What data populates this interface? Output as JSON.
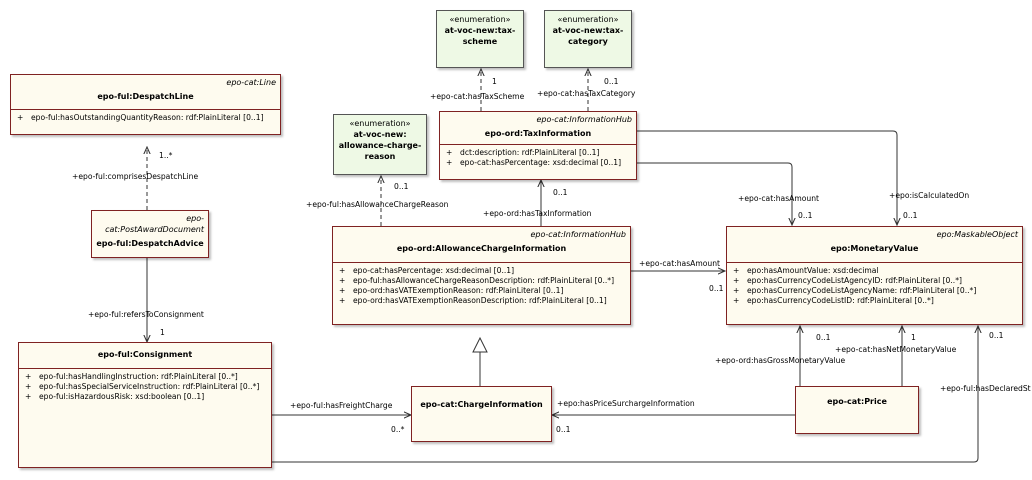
{
  "classes": {
    "despatch_line": {
      "stereotype": "epo-cat:Line",
      "name": "epo-ful:DespatchLine",
      "attributes": [
        "epo-ful:hasOutstandingQuantityReason: rdf:PlainLiteral [0..1]"
      ]
    },
    "despatch_advice": {
      "stereotype": "epo-cat:PostAwardDocument",
      "name": "epo-ful:DespatchAdvice"
    },
    "consignment": {
      "name": "epo-ful:Consignment",
      "attributes": [
        "epo-ful:hasHandlingInstruction: rdf:PlainLiteral [0..*]",
        "epo-ful:hasSpecialServiceInstruction: rdf:PlainLiteral [0..*]",
        "epo-ful:isHazardousRisk: xsd:boolean [0..1]"
      ]
    },
    "tax_scheme": {
      "stereotype": "«enumeration»",
      "name_lines": [
        "at-voc-new:tax-",
        "scheme"
      ]
    },
    "tax_category": {
      "stereotype": "«enumeration»",
      "name_lines": [
        "at-voc-new:tax-",
        "category"
      ]
    },
    "allowance_reason": {
      "stereotype": "«enumeration»",
      "name_lines": [
        "at-voc-new:",
        "allowance-charge-",
        "reason"
      ]
    },
    "tax_information": {
      "stereotype": "epo-cat:InformationHub",
      "name": "epo-ord:TaxInformation",
      "attributes": [
        "dct:description: rdf:PlainLiteral [0..1]",
        "epo-cat:hasPercentage: xsd:decimal [0..1]"
      ]
    },
    "allowance_charge": {
      "stereotype": "epo-cat:InformationHub",
      "name": "epo-ord:AllowanceChargeInformation",
      "attributes": [
        "epo-cat:hasPercentage: xsd:decimal [0..1]",
        "epo-ful:hasAllowanceChargeReasonDescription: rdf:PlainLiteral [0..*]",
        "epo-ord:hasVATExemptionReason: rdf:PlainLiteral [0..1]",
        "epo-ord:hasVATExemptionReasonDescription: rdf:PlainLiteral [0..1]"
      ]
    },
    "monetary_value": {
      "stereotype": "epo:MaskableObject",
      "name": "epo:MonetaryValue",
      "attributes": [
        "epo:hasAmountValue: xsd:decimal",
        "epo:hasCurrencyCodeListAgencyID: rdf:PlainLiteral [0..*]",
        "epo:hasCurrencyCodeListAgencyName: rdf:PlainLiteral [0..*]",
        "epo:hasCurrencyCodeListID: rdf:PlainLiteral [0..*]"
      ]
    },
    "charge_information": {
      "name": "epo-cat:ChargeInformation"
    },
    "price": {
      "name": "epo-cat:Price"
    }
  },
  "labels": {
    "comprises_despatch_line": "+epo-ful:comprisesDespatchLine",
    "comprises_mult": "1..*",
    "refers_to_consignment": "+epo-ful:refersToConsignment",
    "refers_mult": "1",
    "has_freight_charge": "+epo-ful:hasFreightCharge",
    "freight_mult": "0..*",
    "has_tax_scheme": "+epo-cat:hasTaxScheme",
    "tax_scheme_mult": "1",
    "has_tax_category": "+epo-cat:hasTaxCategory",
    "tax_category_mult": "0..1",
    "has_allowance_charge_reason": "+epo-ful:hasAllowanceChargeReason",
    "allowance_reason_mult": "0..1",
    "has_tax_information": "+epo-ord:hasTaxInformation",
    "tax_information_mult": "0..1",
    "has_amount_tax": "+epo-cat:hasAmount",
    "has_amount_tax_mult": "0..1",
    "is_calculated_on": "+epo:isCalculatedOn",
    "is_calculated_on_mult": "0..1",
    "has_amount": "+epo-cat:hasAmount",
    "has_amount_mult": "0..1",
    "has_gross_monetary_value": "+epo-ord:hasGrossMonetaryValue",
    "gross_mult": "0..1",
    "has_net_monetary_value": "+epo-cat:hasNetMonetaryValue",
    "net_mult": "1",
    "has_declared": "+epo-ful:hasDeclaredSt",
    "declared_mult": "0..1",
    "has_price_surcharge": "+epo:hasPriceSurchargeInformation",
    "price_surcharge_mult": "0..1"
  },
  "colors": {
    "class_fill": "#fefbef",
    "class_border": "#7f2222",
    "enum_fill": "#eef9e5",
    "line": "#333333"
  }
}
